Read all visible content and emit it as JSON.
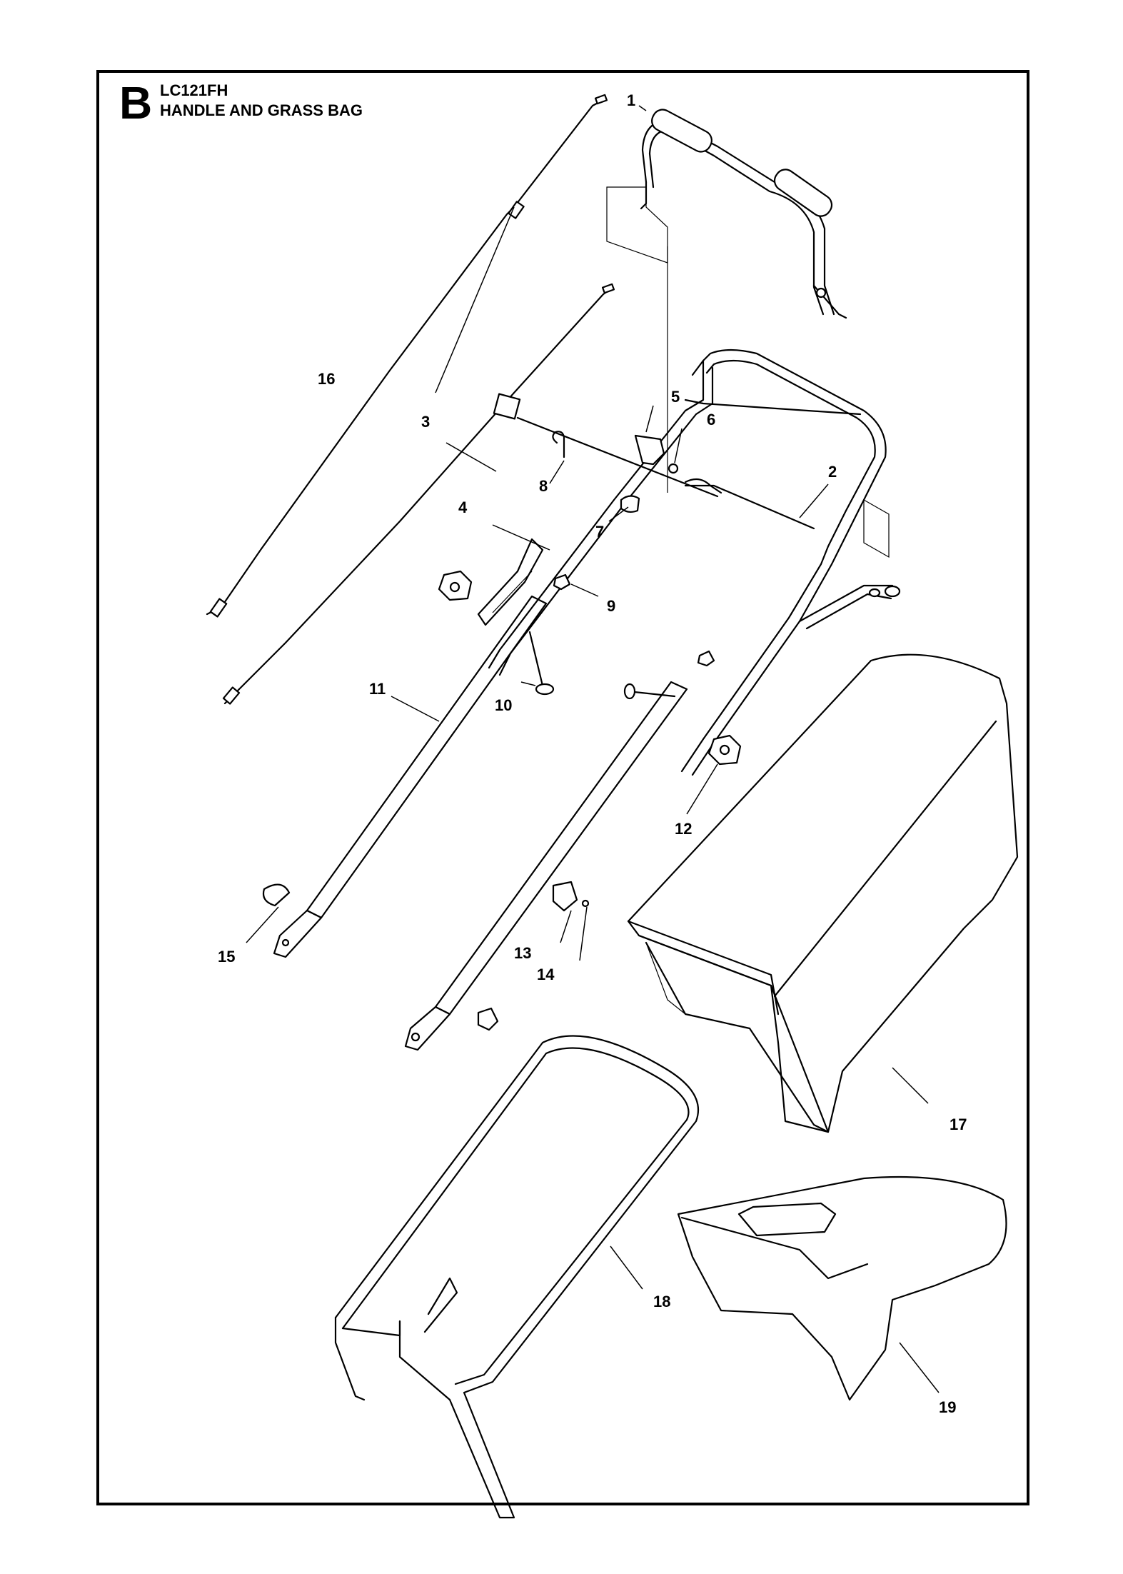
{
  "header": {
    "section_letter": "B",
    "model": "LC121FH",
    "title": "HANDLE AND GRASS BAG"
  },
  "callouts": [
    "1",
    "2",
    "3",
    "4",
    "5",
    "6",
    "7",
    "8",
    "9",
    "10",
    "11",
    "12",
    "13",
    "14",
    "15",
    "16",
    "17",
    "18",
    "19"
  ]
}
